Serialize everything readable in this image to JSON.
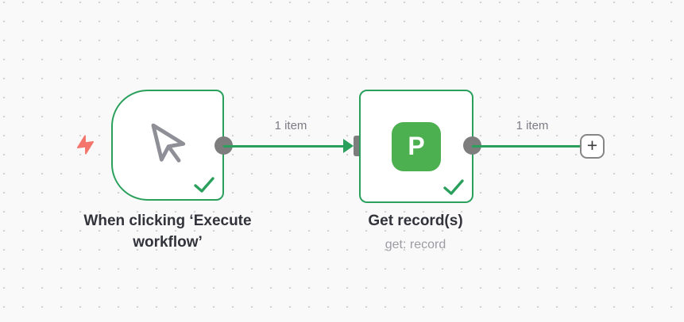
{
  "canvas": {
    "type": "workflow-editor-canvas"
  },
  "colors": {
    "canvas_bg": "#f9f9f9",
    "dot_gray": "#d5d5d5",
    "node_green": "#2aa05c",
    "icon_green": "#4caf50",
    "connector_gray": "#7d7d7d",
    "bolt_coral": "#f4756b",
    "title_dark": "#32333b",
    "muted_gray": "#7b7b85"
  },
  "nodes": [
    {
      "id": "trigger",
      "title": "When clicking ‘Execute workflow’",
      "icon": "mouse-pointer-icon",
      "status": "success"
    },
    {
      "id": "get-records",
      "title": "Get record(s)",
      "subtitle": "get: record",
      "icon_letter": "P",
      "status": "success"
    }
  ],
  "connections": [
    {
      "from": "trigger",
      "to": "get-records",
      "label": "1 item"
    },
    {
      "from": "get-records",
      "to": "add-node",
      "label": "1 item"
    }
  ],
  "add_button": {
    "label": "+"
  }
}
